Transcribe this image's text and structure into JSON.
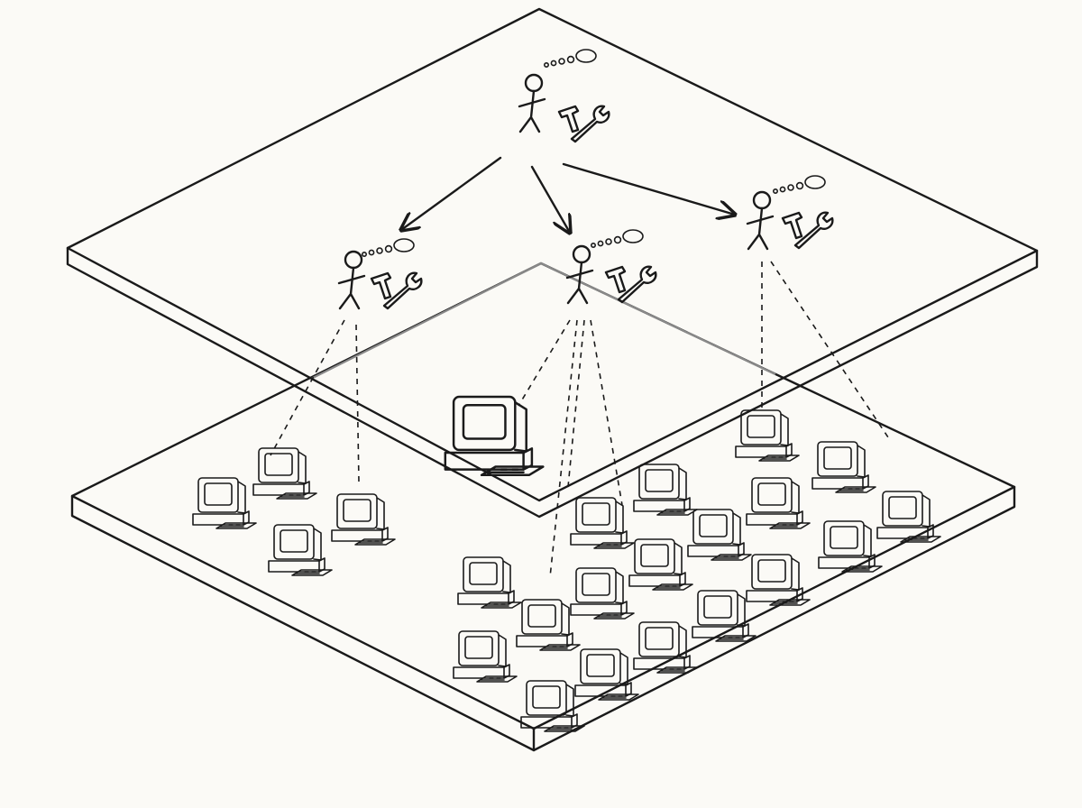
{
  "colors": {
    "background": "#fbfaf6",
    "ink": "#1a1a1a",
    "hidden_edge": "#8a8a8a"
  },
  "layers": [
    {
      "name": "management-layer",
      "figures": [
        "manager",
        "worker",
        "worker",
        "worker"
      ]
    },
    {
      "name": "computer-layer",
      "icons": [
        "computer-icon",
        "server-icon"
      ]
    }
  ],
  "icons": [
    "stick-figure-icon",
    "thought-bubble-icon",
    "hammer-icon",
    "wrench-icon",
    "arrow-icon",
    "computer-icon"
  ]
}
